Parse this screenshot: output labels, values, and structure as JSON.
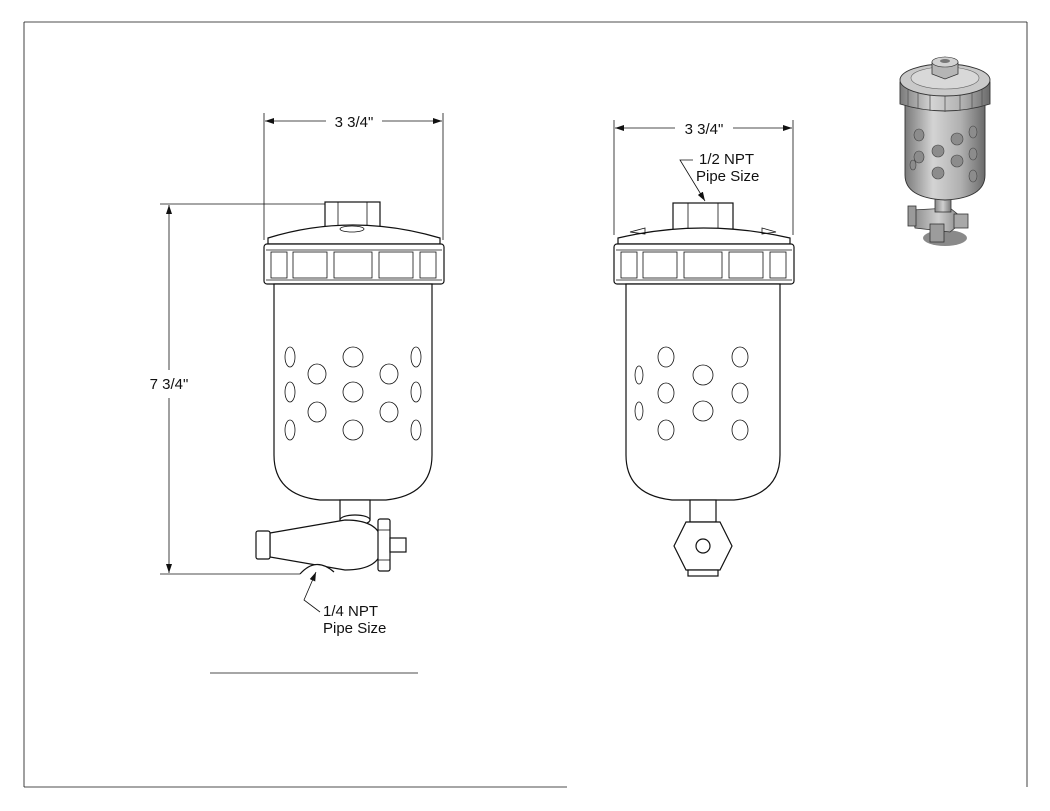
{
  "dimensions": {
    "left_width": "3 3/4\"",
    "right_width": "3 3/4\"",
    "height": "7 3/4\""
  },
  "callouts": {
    "drain_port": {
      "line1": "1/4 NPT",
      "line2": "Pipe Size"
    },
    "inlet_port": {
      "line1": "1/2 NPT",
      "line2": "Pipe Size"
    }
  },
  "colors": {
    "line": "#111111",
    "render_body": "#b9b9b9",
    "render_shadow": "#6f6f6f"
  }
}
